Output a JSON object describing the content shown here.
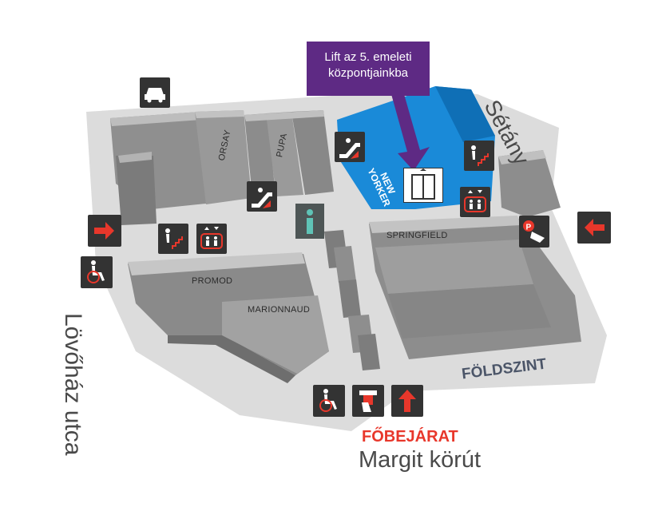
{
  "callout": {
    "line1": "Lift az 5. emeleti",
    "line2": "központjainkba"
  },
  "streets": {
    "setany": "Sétány",
    "lovohaz": "Lövőház utca",
    "margit": "Margit körút"
  },
  "level": "FÖLDSZINT",
  "main_entrance": "FŐBEJÁRAT",
  "shops": {
    "orsay": "ORSAY",
    "pupa": "PUPA",
    "new_yorker": "NEW YORKER",
    "springfield": "SPRINGFIELD",
    "promod": "PROMOD",
    "marionnaud": "MARIONNAUD"
  },
  "icons": [
    "car-park-icon",
    "escalator-icon",
    "stairs-icon",
    "elevator-icon",
    "info-icon",
    "parking-payment-icon",
    "wheelchair-icon",
    "atm-icon",
    "arrow-right-icon",
    "arrow-left-icon",
    "arrow-up-icon"
  ],
  "colors": {
    "accent_red": "#e8372b",
    "purple": "#5e2a84",
    "blue_store": "#1a8ad8",
    "building": "#8a8a8a",
    "ground": "#dcdcdc",
    "icon_bg": "#333333"
  }
}
